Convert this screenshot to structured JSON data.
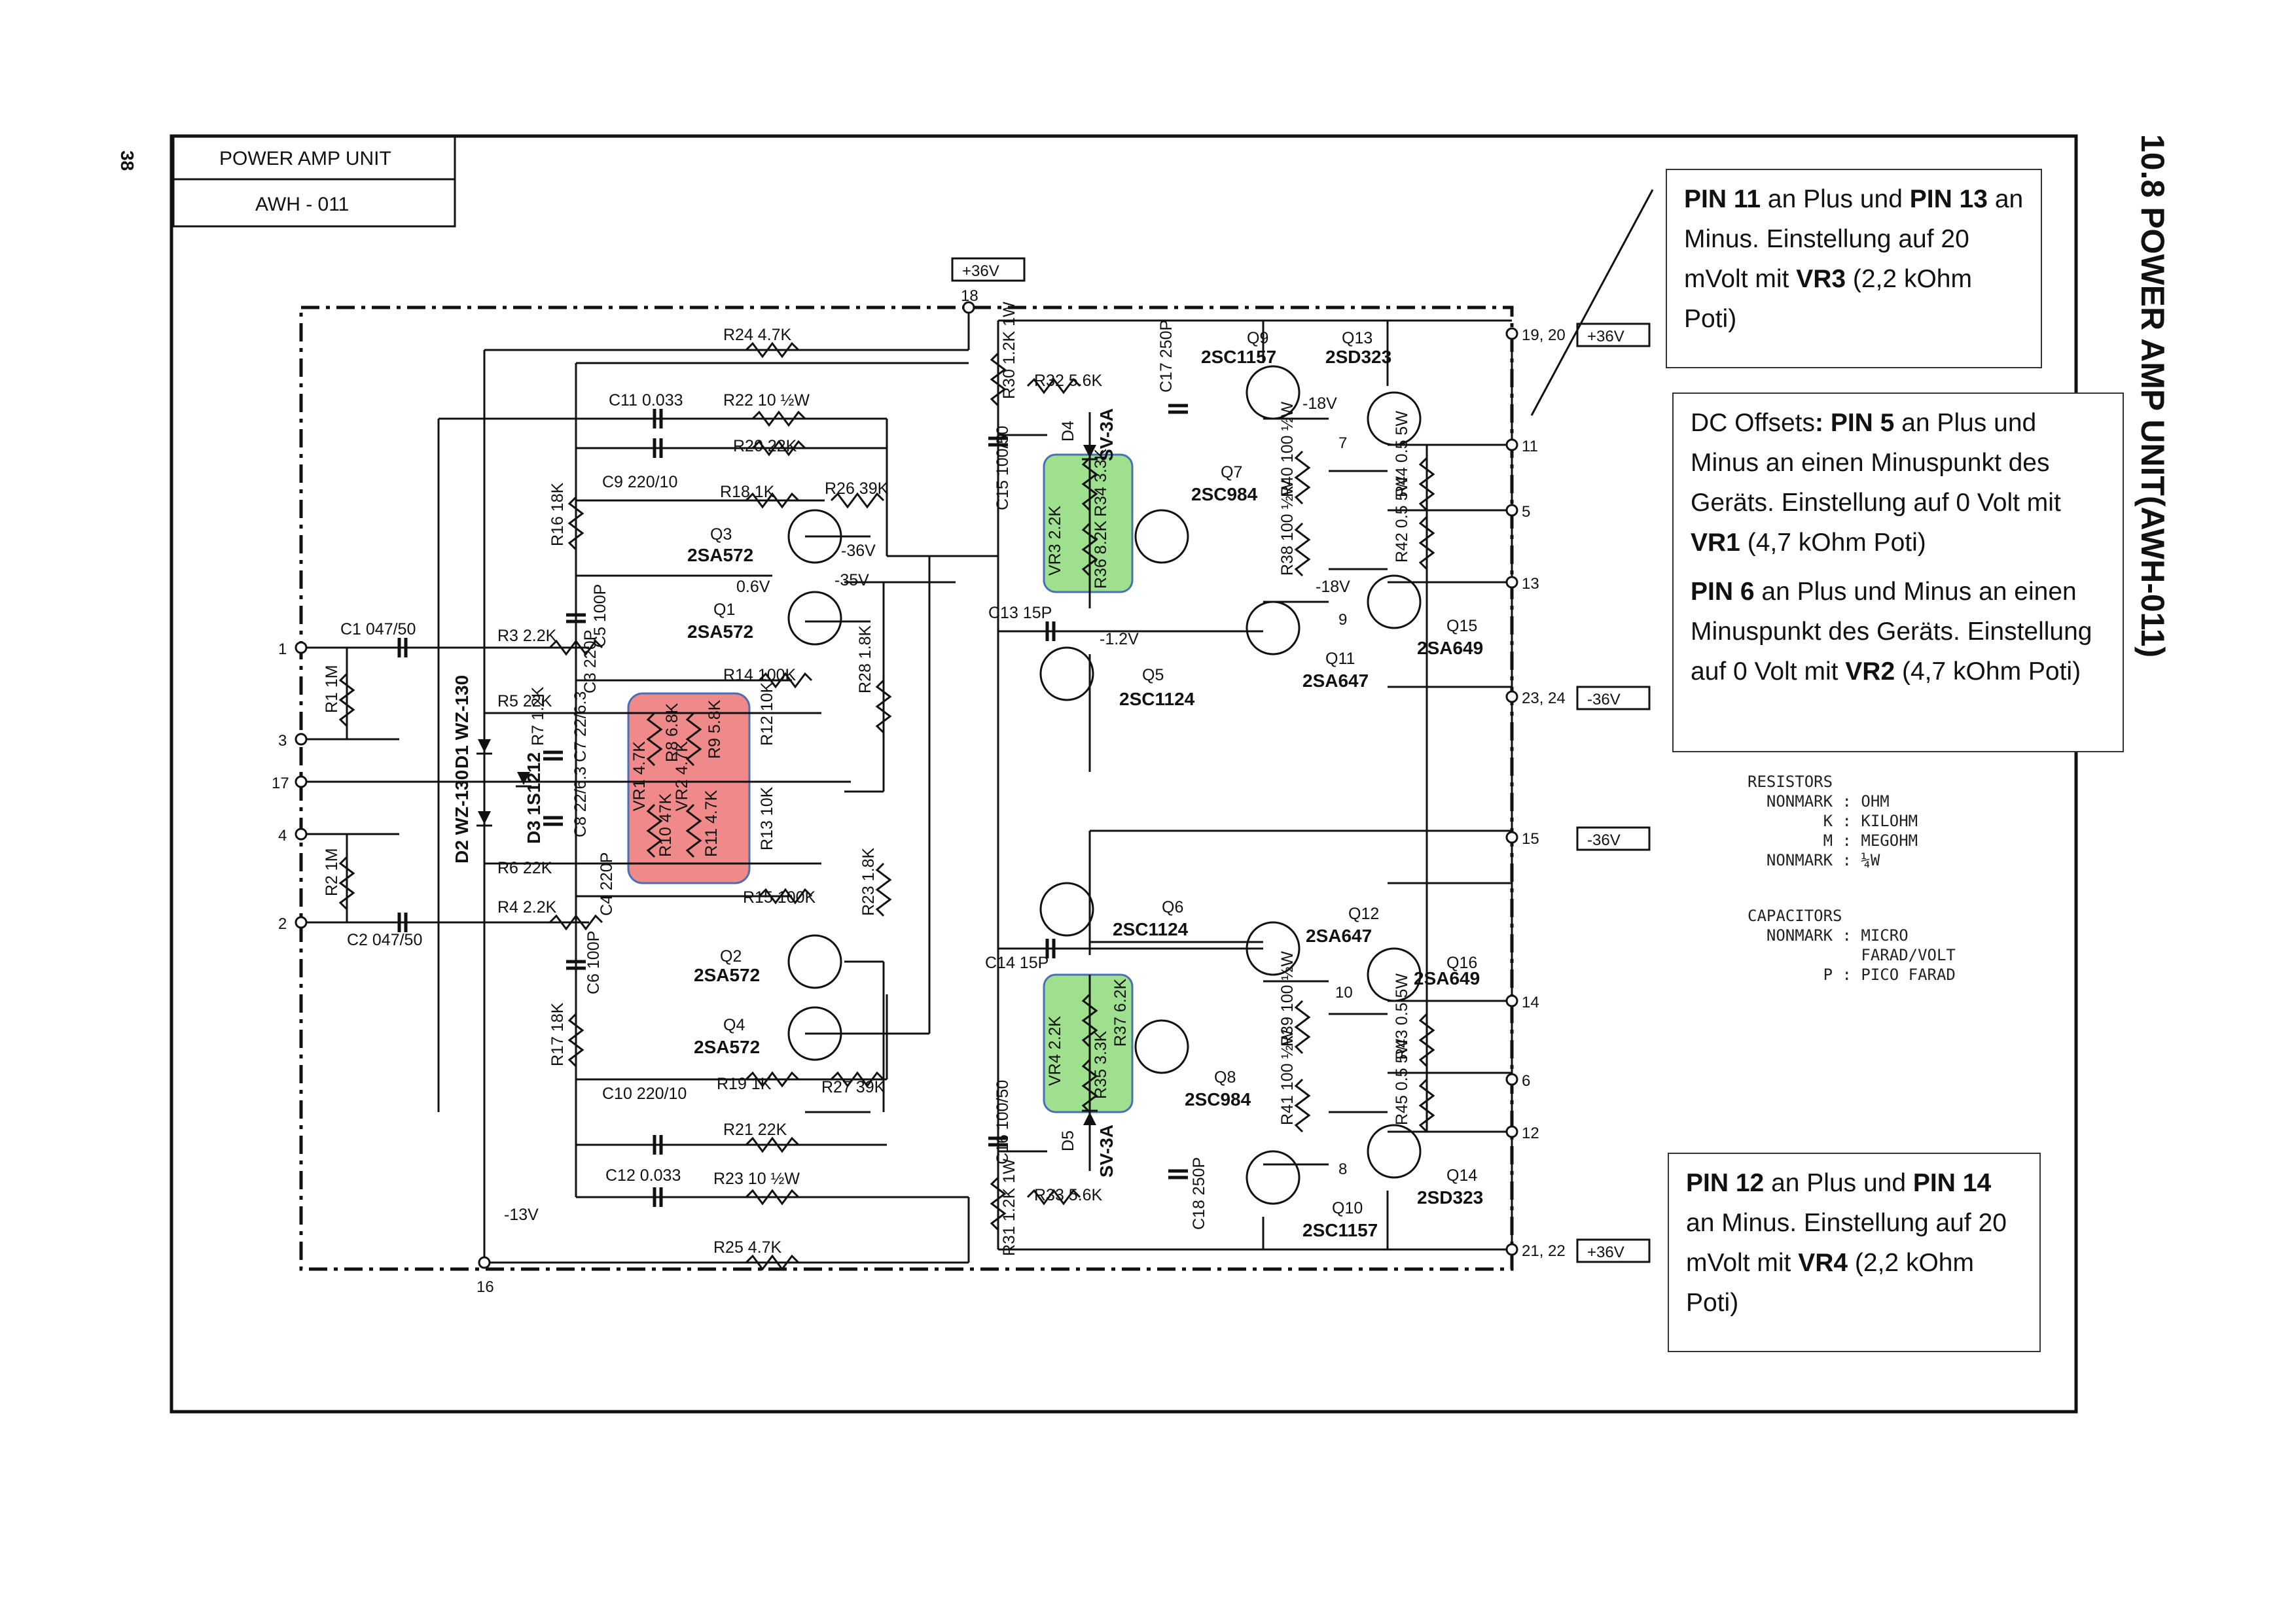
{
  "page_number": "38",
  "unit_box": {
    "title": "POWER AMP UNIT",
    "model": "AWH - 011"
  },
  "vertical_title": "10.8 POWER AMP UNIT(AWH-011)",
  "supply_labels": {
    "top": "+36V",
    "pin18": "18",
    "pin19_20": "19, 20",
    "pin19_20_v": "+36V",
    "pin11": "11",
    "pin5": "5",
    "pin13": "13",
    "pin23_24": "23, 24",
    "pin23_24_v": "-36V",
    "pin15": "15",
    "pin15_v": "-36V",
    "pin14": "14",
    "pin6": "6",
    "pin12": "12",
    "pin21_22": "21, 22",
    "pin21_22_v": "+36V",
    "pin16": "16",
    "pin1": "1",
    "pin3": "3",
    "pin17": "17",
    "pin4": "4",
    "pin2": "2",
    "pin7": "7",
    "pin9": "9",
    "pin10": "10",
    "pin8": "8"
  },
  "components": {
    "r24": "R24 4.7K",
    "c11": "C11 0.033",
    "r22": "R22 10 ½W",
    "r20": "R20 22K",
    "c9": "C9 220/10",
    "r18": "R18 1K",
    "r26": "R26 39K",
    "r16": "R16 18K",
    "q3": "Q3",
    "q3t": "2SA572",
    "v36n": "-36V",
    "v06": "0.6V",
    "v35": "-35V",
    "q1": "Q1",
    "q1t": "2SA572",
    "c5": "C5 100P",
    "c3": "C3 220P",
    "r3": "R3 2.2K",
    "c1": "C1 047/50",
    "r1": "R1 1M",
    "r14": "R14 100K",
    "r28": "R28 1.8K",
    "r5": "R5 22K",
    "r7": "R7 1.2K",
    "c7": "C7 22/6.3",
    "c8": "C8 22/6.3",
    "d1": "D1 WZ-130",
    "d2": "D2 WZ-130",
    "d3": "D3 1S1212",
    "r6": "R6 22K",
    "r12": "R12 10K",
    "r13": "R13 10K",
    "r15": "R15 100K",
    "r23": "R23 1.8K",
    "r2": "R2 1M",
    "r4": "R4 2.2K",
    "c4": "C4 220P",
    "c2": "C2 047/50",
    "c6": "C6 100P",
    "q2": "Q2",
    "q2t": "2SA572",
    "q4": "Q4",
    "q4t": "2SA572",
    "r17": "R17 18K",
    "c10": "C10 220/10",
    "r19": "R19 1K",
    "r27": "R27 39K",
    "r21": "R21 22K",
    "c12": "C12 0.033",
    "r23b": "R23 10 ½W",
    "v13n": "-13V",
    "r25": "R25 4.7K",
    "r30": "R30 1.2K 1W",
    "r32": "R32 5.6K",
    "c17": "C17 250P",
    "c15": "C15 100/50",
    "d4": "D4",
    "sv3a1": "SV-3A",
    "q7": "Q7",
    "q7t": "2SC984",
    "q9": "Q9",
    "q9t": "2SC1157",
    "q13": "Q13",
    "q13t": "2SD323",
    "v18a": "-18V",
    "r40": "R40 100 ½W",
    "r44": "R44 0.5 5W",
    "r42": "R42 0.5 5W",
    "r38": "R38 100 ½W",
    "v18b": "-18V",
    "q15": "Q15",
    "q15t": "2SA649",
    "q11": "Q11",
    "q11t": "2SA647",
    "c13": "C13 15P",
    "v12": "-1.2V",
    "q5": "Q5",
    "q5t": "2SC1124",
    "q6": "Q6",
    "q6t": "2SC1124",
    "c14": "C14 15P",
    "q12": "Q12",
    "q12t": "2SA647",
    "q16": "Q16",
    "q16t": "2SA649",
    "r39": "R39 100 ½W",
    "r43": "R43 0.5 5W",
    "r45": "R45 0.5 5W",
    "r41": "R41 100 ½W",
    "q8": "Q8",
    "q8t": "2SC984",
    "c16": "C16 100/50",
    "d5": "D5",
    "sv3a2": "SV-3A",
    "r31": "R31 1.2K 1W",
    "r33": "R33 5.6K",
    "c18": "C18 250P",
    "q10": "Q10",
    "q10t": "2SC1157",
    "q14": "Q14",
    "q14t": "2SD323",
    "vr3": "VR3 2.2K",
    "r34": "R34 3.3K",
    "r36": "R36 8.2K",
    "vr4": "VR4 2.2K",
    "r35": "R35 3.3K",
    "r37": "R37 6.2K",
    "r8": "R8 6.8K",
    "r9": "R9 5.8K",
    "vr1": "VR1 4.7K",
    "vr2": "VR2 4.7K",
    "r10": "R10 47K",
    "r11": "R11 4.7K"
  },
  "notes": {
    "box1": {
      "p1_a": "PIN 11",
      "p1_b": " an Plus und ",
      "p1_c": "PIN 13",
      "p1_d": " an Minus. Einstellung auf 20 mVolt mit ",
      "p1_e": "VR3",
      "p1_f": " (2,2 kOhm Poti)"
    },
    "box2": {
      "p1_a": "DC Offsets",
      "p1_b": ": PIN 5",
      "p1_c": " an Plus und Minus an einen Minuspunkt des Geräts. Einstellung auf 0 Volt mit ",
      "p1_d": "VR1",
      "p1_e": " (4,7 kOhm Poti)",
      "p2_a": "PIN 6",
      "p2_b": " an Plus und Minus an einen Minuspunkt des Geräts. Einstellung auf 0 Volt mit ",
      "p2_c": "VR2",
      "p2_d": " (4,7 kOhm Poti)"
    },
    "box3": {
      "p1_a": "PIN 12",
      "p1_b": " an Plus und ",
      "p1_c": "PIN 14",
      "p1_d": " an Minus. Einstellung auf 20 mVolt mit ",
      "p1_e": "VR4",
      "p1_f": " (2,2 kOhm Poti)"
    }
  },
  "legend": {
    "resistors": "RESISTORS\n  NONMARK : OHM\n        K : KILOHM\n        M : MEGOHM\n  NONMARK : ¼W",
    "capacitors": "CAPACITORS\n  NONMARK : MICRO\n            FARAD/VOLT\n        P : PICO FARAD"
  },
  "colors": {
    "highlight_red": "#f08a8a",
    "highlight_green": "#9fe08f"
  }
}
